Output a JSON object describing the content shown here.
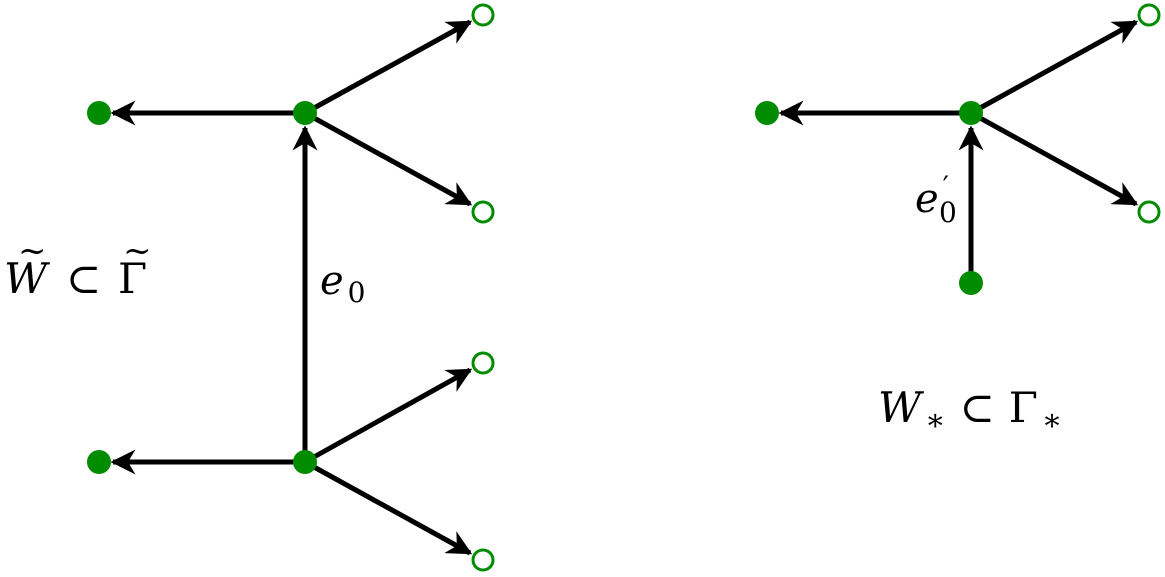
{
  "colors": {
    "node": "#008c00",
    "edge": "#000000",
    "background": "#ffffff"
  },
  "left_graph": {
    "label": {
      "W": "W",
      "tilde": "~",
      "subset": "⊂",
      "Gamma": "Γ",
      "tilde2": "~"
    },
    "edge_label": {
      "base": "e",
      "sub": "0"
    }
  },
  "right_graph": {
    "label": {
      "W": "W",
      "sub1": "∗",
      "subset": "⊂",
      "Gamma": "Γ",
      "sub2": "∗"
    },
    "edge_label": {
      "base": "e",
      "prime": "′",
      "sub": "0"
    }
  }
}
